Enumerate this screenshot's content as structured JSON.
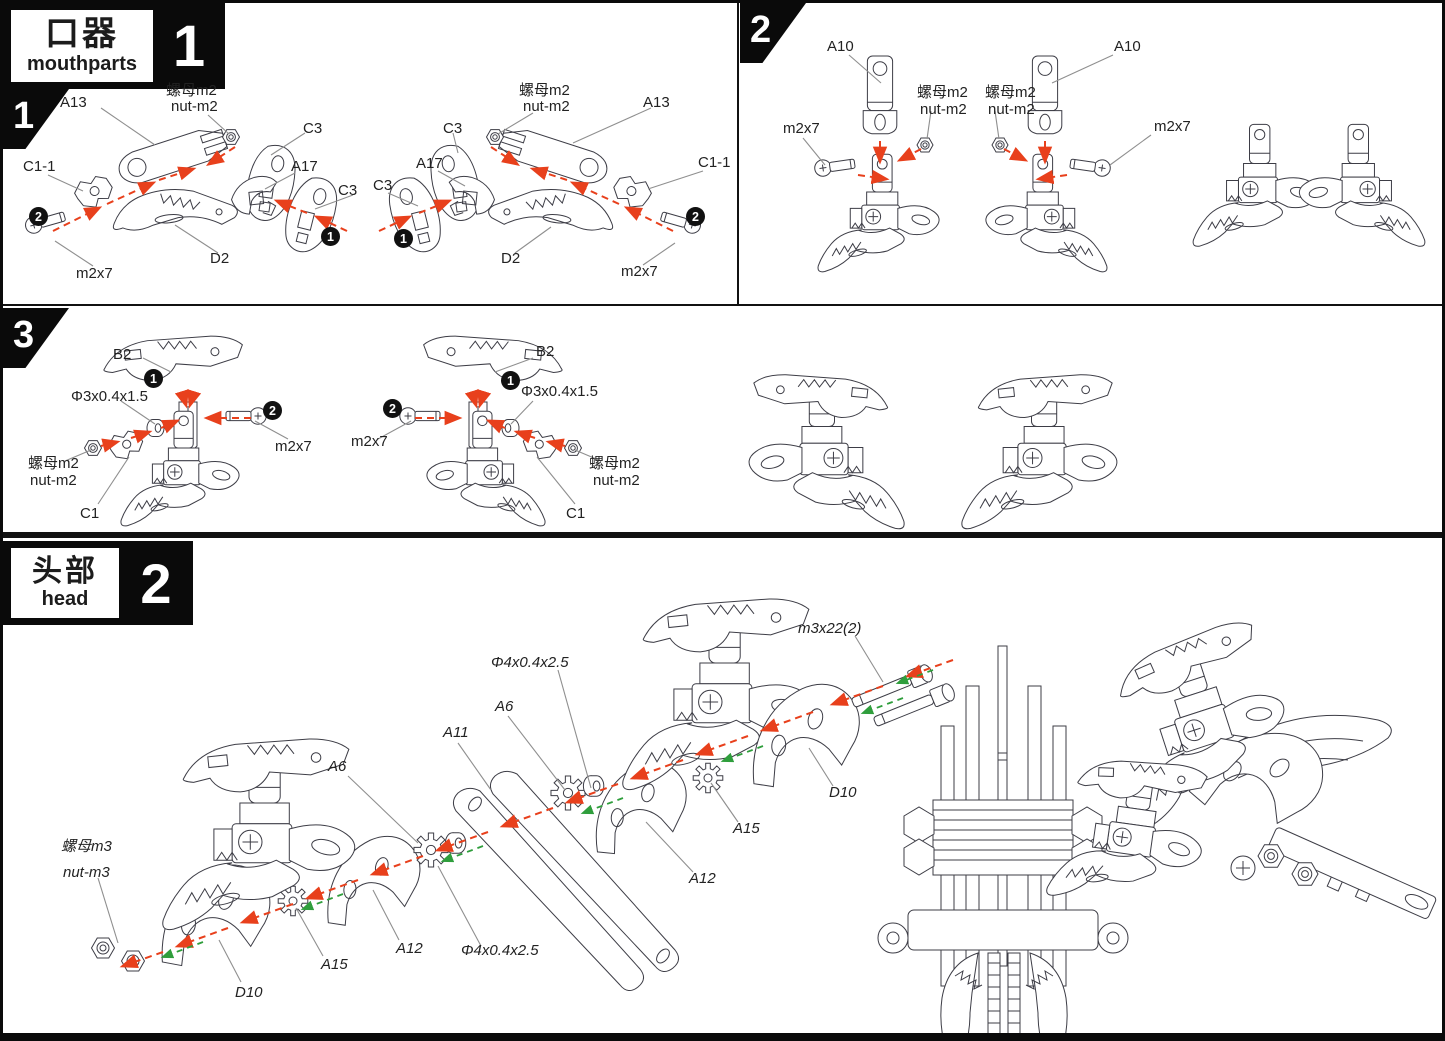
{
  "doc": {
    "sections": [
      {
        "id": "mouthparts",
        "title_zh": "口器",
        "title_en": "mouthparts",
        "number": "1"
      },
      {
        "id": "head",
        "title_zh": "头部",
        "title_en": "head",
        "number": "2"
      }
    ]
  },
  "markers": {
    "step1": "1",
    "step2": "2",
    "step3": "3",
    "order1": "1",
    "order2": "2"
  },
  "parts": {
    "a6": "A6",
    "a10": "A10",
    "a11": "A11",
    "a12": "A12",
    "a13": "A13",
    "a15": "A15",
    "a17": "A17",
    "b2": "B2",
    "c1": "C1",
    "c1_1": "C1-1",
    "c3": "C3",
    "d2": "D2",
    "d10": "D10",
    "m2x7": "m2x7",
    "m3x22": "m3x22(2)",
    "nut_m2_zh": "螺母m2",
    "nut_m2_en": "nut-m2",
    "nut_m3_zh": "螺母m3",
    "nut_m3_en": "nut-m3",
    "washer3": "Φ3x0.4x1.5",
    "washer4": "Φ4x0.4x2.5"
  },
  "colors": {
    "arrow_red": "#e8401c",
    "arrow_green": "#2f9e3c",
    "line": "#3d3d46",
    "leader": "#8f8f8f",
    "ink": "#0a0a0a"
  }
}
